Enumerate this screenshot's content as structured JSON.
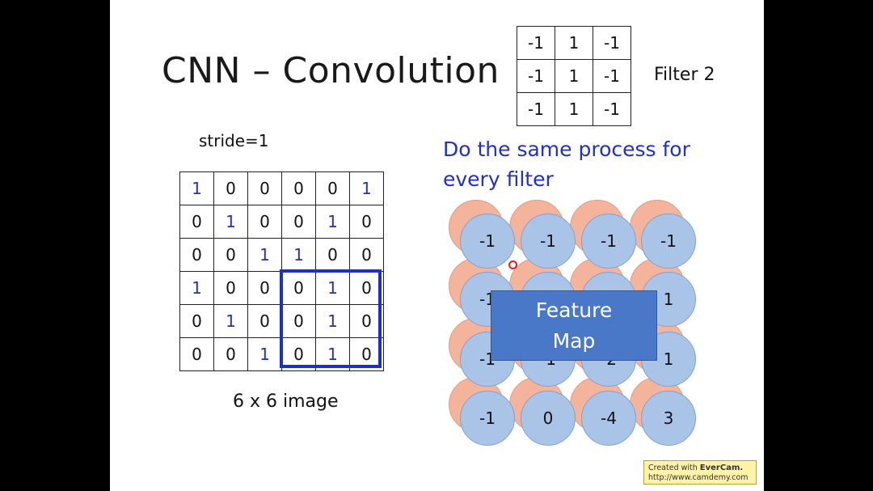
{
  "title": "CNN – Convolution",
  "filter": {
    "label": "Filter 2",
    "rows": [
      [
        "-1",
        "1",
        "-1"
      ],
      [
        "-1",
        "1",
        "-1"
      ],
      [
        "-1",
        "1",
        "-1"
      ]
    ]
  },
  "stride_label": "stride=1",
  "image": {
    "label": "6 x 6 image",
    "rows": [
      [
        "1",
        "0",
        "0",
        "0",
        "0",
        "1"
      ],
      [
        "0",
        "1",
        "0",
        "0",
        "1",
        "0"
      ],
      [
        "0",
        "0",
        "1",
        "1",
        "0",
        "0"
      ],
      [
        "1",
        "0",
        "0",
        "0",
        "1",
        "0"
      ],
      [
        "0",
        "1",
        "0",
        "0",
        "1",
        "0"
      ],
      [
        "0",
        "0",
        "1",
        "0",
        "1",
        "0"
      ]
    ]
  },
  "process_text": {
    "line1": "Do the same process for",
    "line2": "every filter"
  },
  "feature_map": {
    "label_line1": "Feature",
    "label_line2": "Map",
    "rows": [
      [
        "-1",
        "-1",
        "-1",
        "-1"
      ],
      [
        "-1",
        "",
        "",
        "1"
      ],
      [
        "-1",
        "-1",
        "-2",
        "1"
      ],
      [
        "-1",
        "0",
        "-4",
        "3"
      ]
    ]
  },
  "watermark": {
    "line1_prefix": "Created with ",
    "line1_brand": "EverCam.",
    "line2": "http://www.camdemy.com"
  },
  "colors": {
    "one_digit": "#2233bb",
    "highlight_box": "#1a2fd1",
    "process_text": "#1f2fd0",
    "feature_circle": "#a9c4e6",
    "back_circle": "#f4b49b",
    "feature_map_box": "#4a78c8"
  }
}
